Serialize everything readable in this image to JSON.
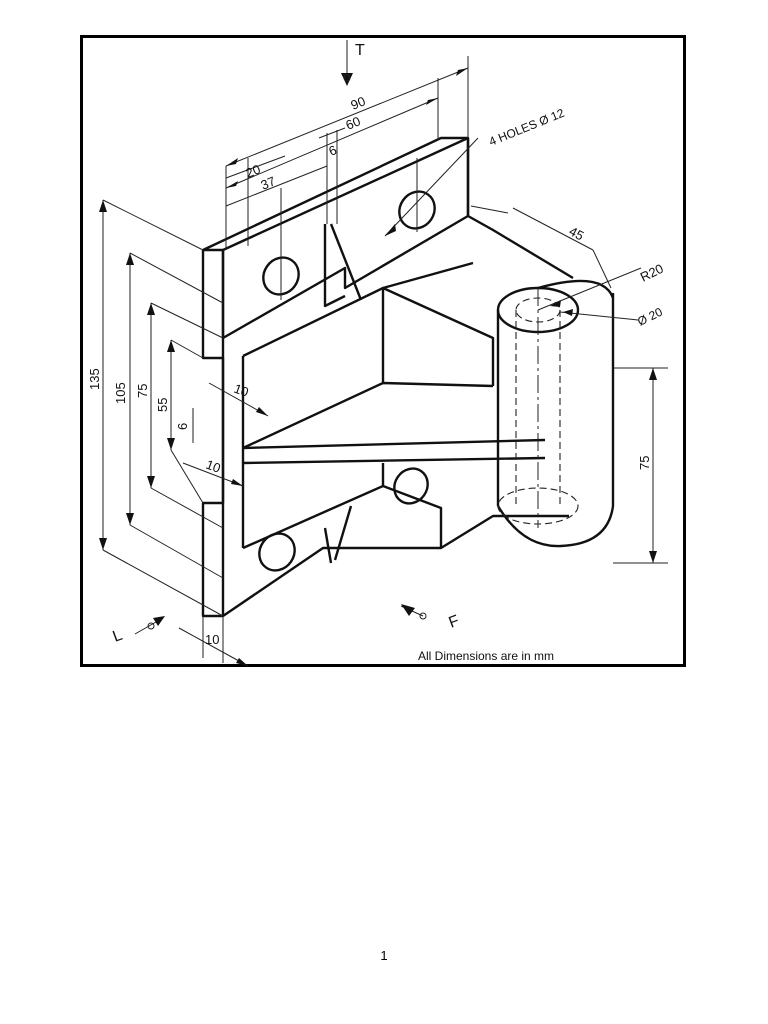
{
  "drawing": {
    "view_labels": {
      "top": "T",
      "front": "F",
      "left": "L"
    },
    "dimensions": {
      "d90": "90",
      "d60": "60",
      "d6_top": "6",
      "d20": "20",
      "d37": "37",
      "d45": "45",
      "holes": "4 HOLES Ø 12",
      "r20": "R20",
      "dia20": "Ø 20",
      "d135": "135",
      "d105": "105",
      "d75_left": "75",
      "d55": "55",
      "d6_left": "6",
      "d10_upper": "10",
      "d10_lower": "10",
      "d10_bottom": "10",
      "d75_right": "75"
    },
    "note": "All Dimensions are in mm"
  },
  "page": {
    "number": "1"
  }
}
